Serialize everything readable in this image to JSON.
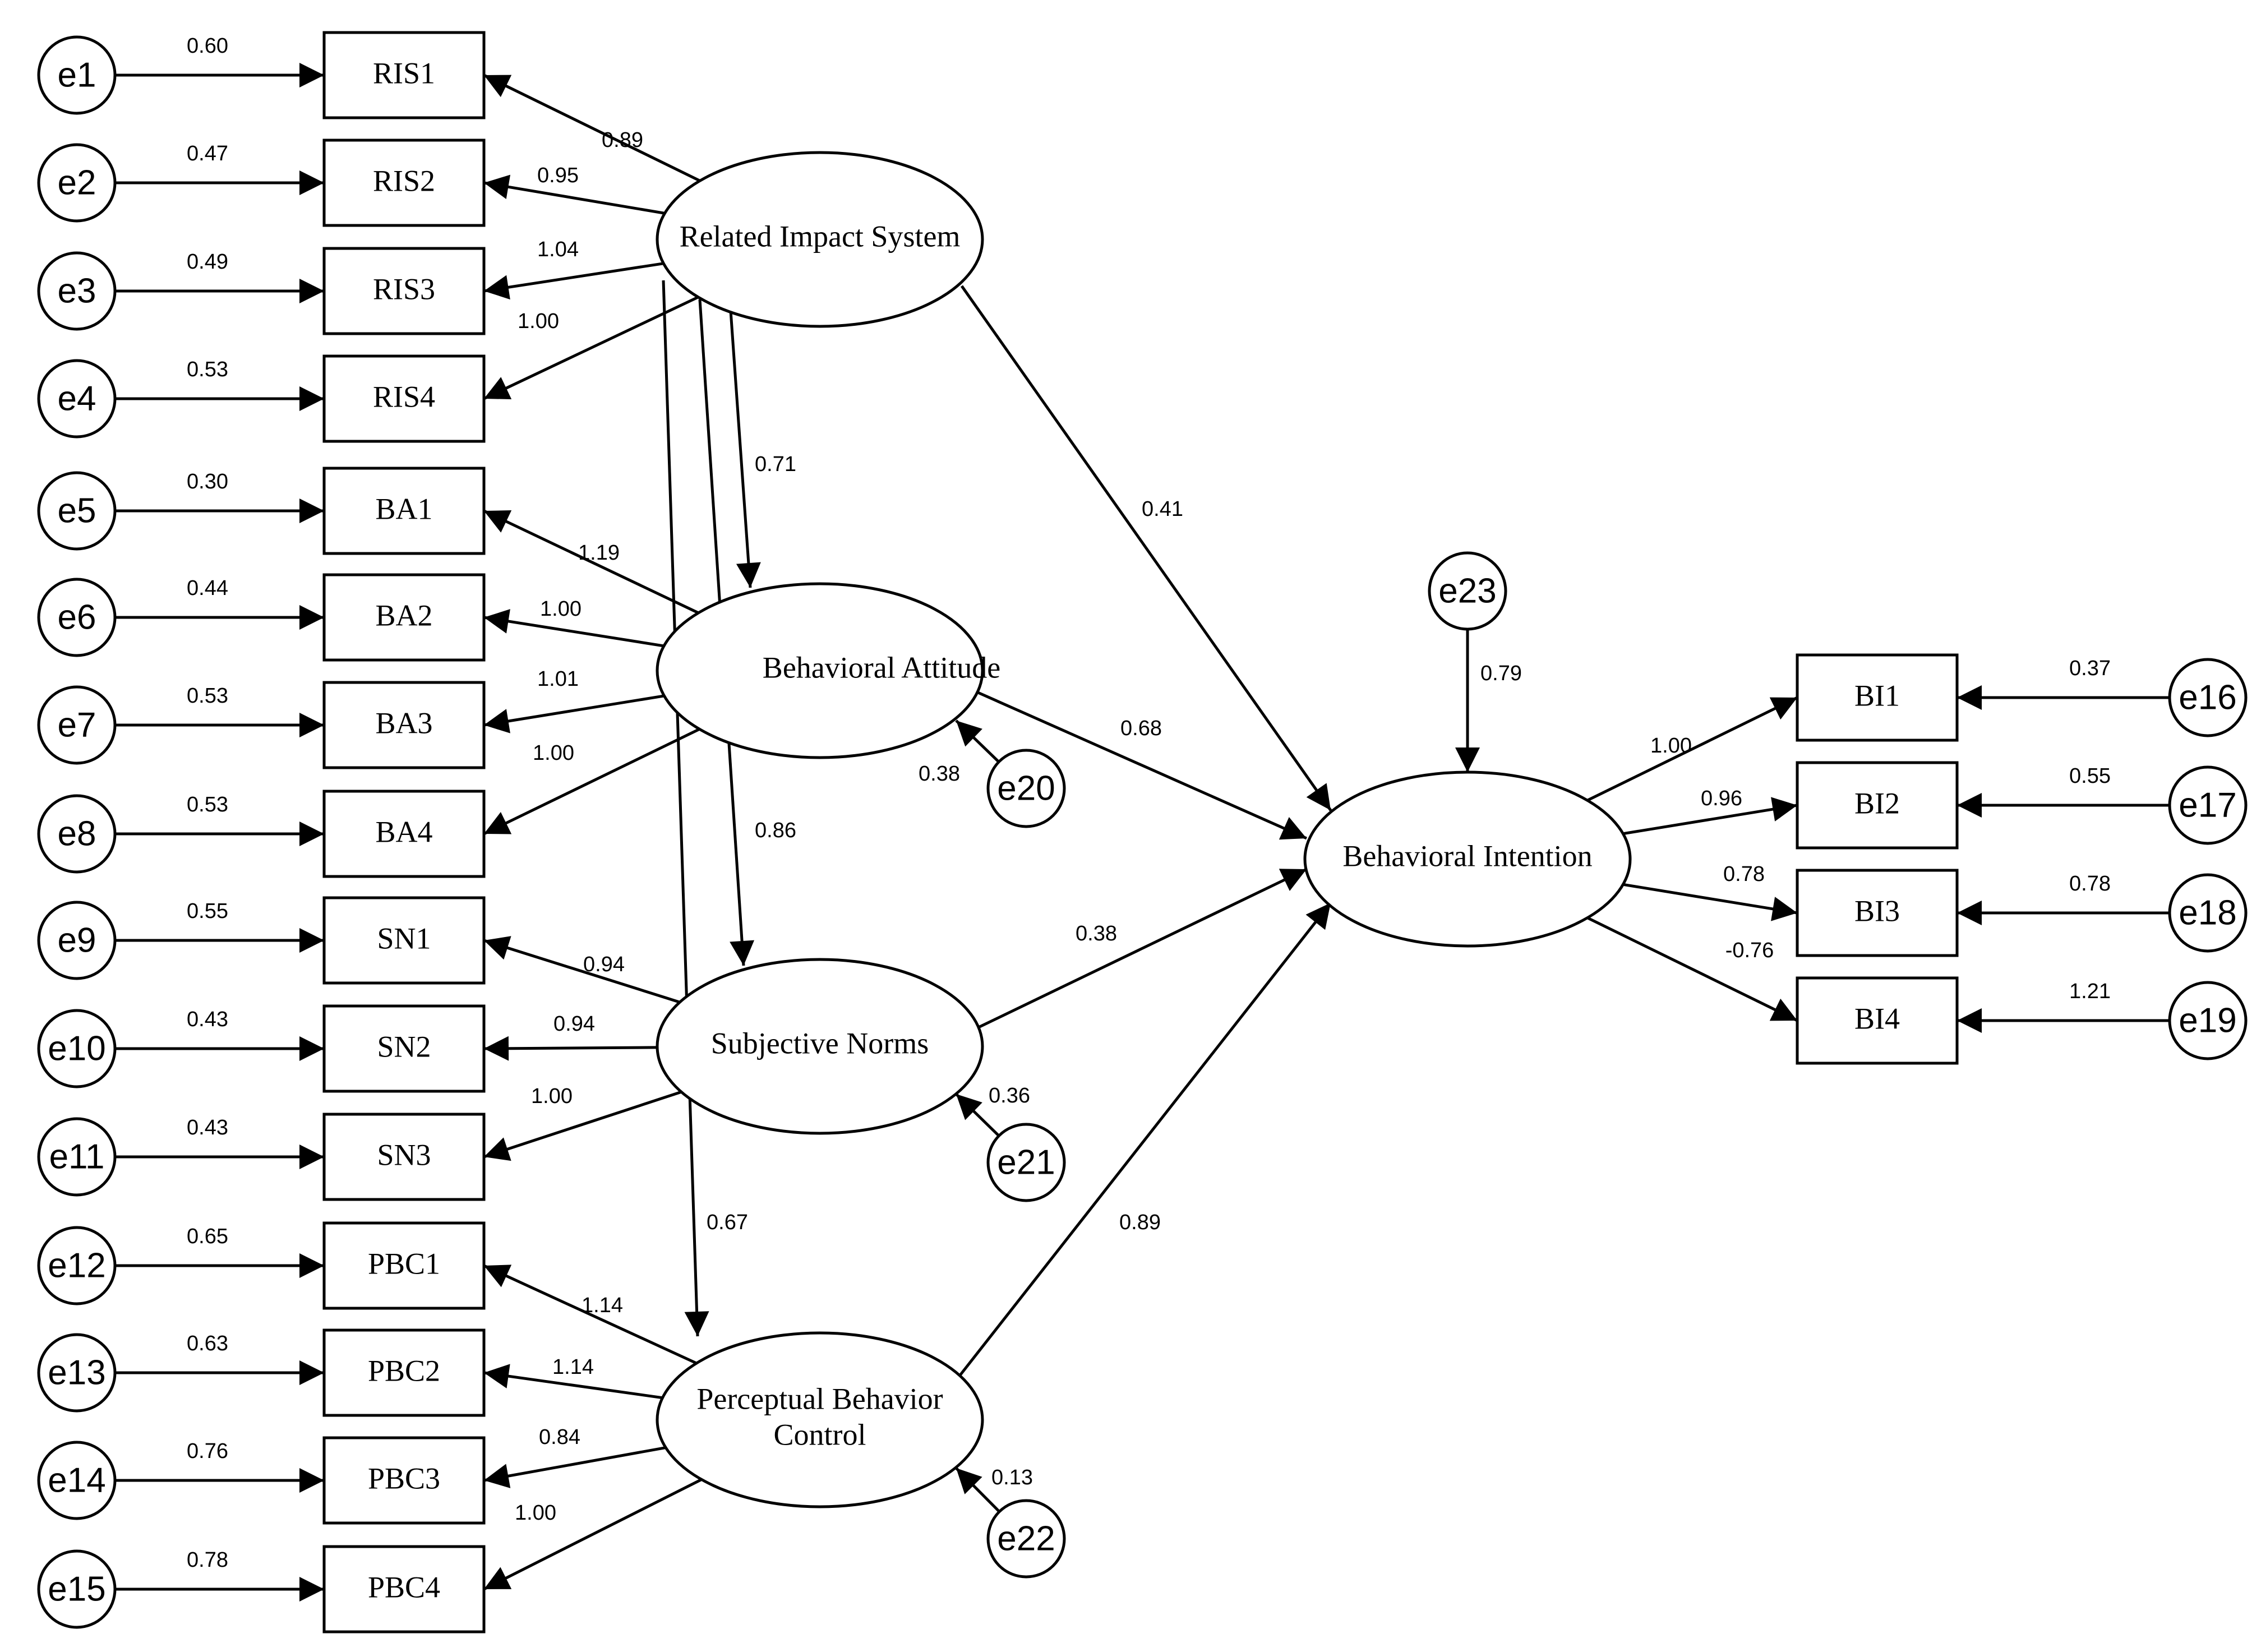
{
  "latents": {
    "ris": {
      "lines": [
        "Related Impact System"
      ]
    },
    "ba": {
      "lines": [
        "Behavioral Attitude"
      ]
    },
    "sn": {
      "lines": [
        "Subjective Norms"
      ]
    },
    "pbc": {
      "lines": [
        "Perceptual Behavior",
        "Control"
      ]
    },
    "bi": {
      "lines": [
        "Behavioral Intention"
      ]
    }
  },
  "indicators": {
    "RIS1": {
      "label": "RIS1",
      "error": "e1",
      "error_coef": "0.60",
      "loading": "0.89"
    },
    "RIS2": {
      "label": "RIS2",
      "error": "e2",
      "error_coef": "0.47",
      "loading": "0.95"
    },
    "RIS3": {
      "label": "RIS3",
      "error": "e3",
      "error_coef": "0.49",
      "loading": "1.04"
    },
    "RIS4": {
      "label": "RIS4",
      "error": "e4",
      "error_coef": "0.53",
      "loading": "1.00"
    },
    "BA1": {
      "label": "BA1",
      "error": "e5",
      "error_coef": "0.30",
      "loading": "1.19"
    },
    "BA2": {
      "label": "BA2",
      "error": "e6",
      "error_coef": "0.44",
      "loading": "1.00"
    },
    "BA3": {
      "label": "BA3",
      "error": "e7",
      "error_coef": "0.53",
      "loading": "1.01"
    },
    "BA4": {
      "label": "BA4",
      "error": "e8",
      "error_coef": "0.53",
      "loading": "1.00"
    },
    "SN1": {
      "label": "SN1",
      "error": "e9",
      "error_coef": "0.55",
      "loading": "0.94"
    },
    "SN2": {
      "label": "SN2",
      "error": "e10",
      "error_coef": "0.43",
      "loading": "0.94"
    },
    "SN3": {
      "label": "SN3",
      "error": "e11",
      "error_coef": "0.43",
      "loading": "1.00"
    },
    "PBC1": {
      "label": "PBC1",
      "error": "e12",
      "error_coef": "0.65",
      "loading": "1.14"
    },
    "PBC2": {
      "label": "PBC2",
      "error": "e13",
      "error_coef": "0.63",
      "loading": "1.14"
    },
    "PBC3": {
      "label": "PBC3",
      "error": "e14",
      "error_coef": "0.76",
      "loading": "0.84"
    },
    "PBC4": {
      "label": "PBC4",
      "error": "e15",
      "error_coef": "0.78",
      "loading": "1.00"
    },
    "BI1": {
      "label": "BI1",
      "error": "e16",
      "error_coef": "0.37",
      "loading": "1.00"
    },
    "BI2": {
      "label": "BI2",
      "error": "e17",
      "error_coef": "0.55",
      "loading": "0.96"
    },
    "BI3": {
      "label": "BI3",
      "error": "e18",
      "error_coef": "0.78",
      "loading": "0.78"
    },
    "BI4": {
      "label": "BI4",
      "error": "e19",
      "error_coef": "1.21",
      "loading": "-0.76"
    }
  },
  "disturbances": {
    "e20": {
      "label": "e20",
      "coef": "0.38"
    },
    "e21": {
      "label": "e21",
      "coef": "0.36"
    },
    "e22": {
      "label": "e22",
      "coef": "0.13"
    },
    "e23": {
      "label": "e23",
      "coef": "0.79"
    }
  },
  "paths": {
    "ris_ba": "0.71",
    "ris_sn": "0.86",
    "ris_pbc": "0.67",
    "ris_bi": "0.41",
    "ba_bi": "0.68",
    "sn_bi": "0.38",
    "pbc_bi": "0.89"
  }
}
